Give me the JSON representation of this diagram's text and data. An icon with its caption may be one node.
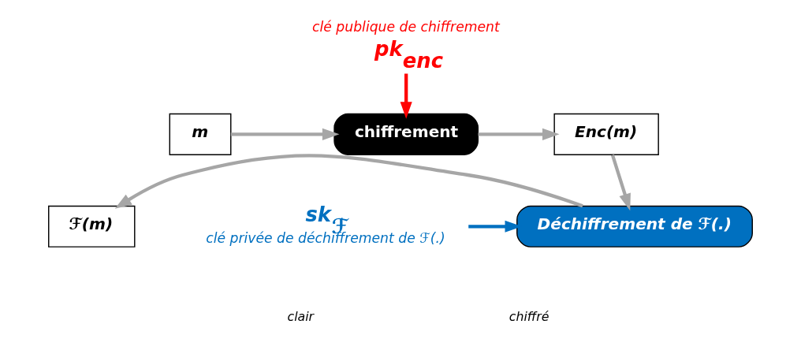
{
  "diagram": {
    "nodes": [
      {
        "text": [
          "m"
        ]
      },
      {
        "text": [
          "chiffrement"
        ]
      },
      {
        "text": [
          "Enc(m)"
        ]
      },
      {
        "text": [
          "Déchiffrement de ℱ(.)"
        ]
      },
      {
        "text": [
          "ℱ(m)"
        ]
      },
      {
        "text": [
          "pk$_{enc}$"
        ],
        "beside": [
          "clé publique de chiffrement"
        ]
      },
      {
        "text": [
          "sk$_{ℱ}$"
        ],
        "beside": [
          "clé privée de déchiffrement de ℱ(.)"
        ]
      }
    ],
    "edges": [
      {
        "from": 0,
        "to": 1,
        "arrow": "to"
      },
      {
        "from": 1,
        "to": 2,
        "arrow": "to"
      },
      {
        "from": 2,
        "to": 3,
        "arrow": "to"
      },
      {
        "from": 3,
        "to": 4,
        "arrow": "to"
      },
      {
        "from": 5,
        "to": 1,
        "arrow": "to",
        "color": "#ff0000"
      },
      {
        "from": 6,
        "to": 3,
        "arrow": "to",
        "color": "#0070c0"
      }
    ],
    "labels": [
      "clair",
      "chiffré"
    ]
  }
}
